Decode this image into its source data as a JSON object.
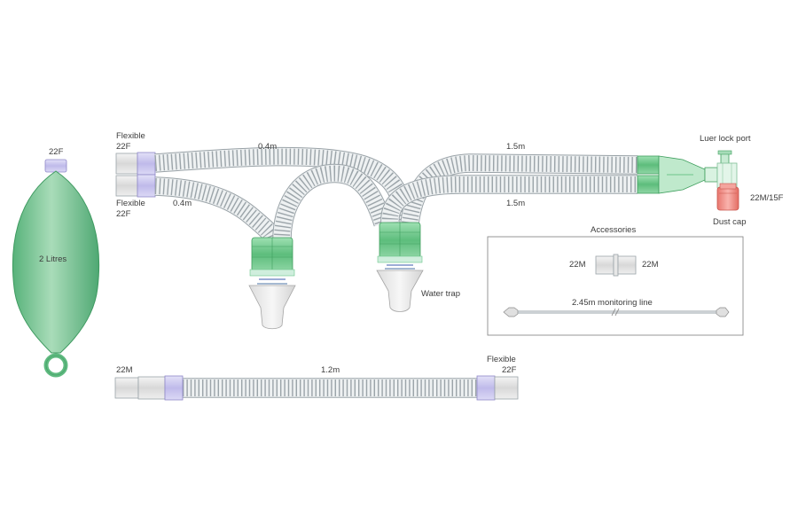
{
  "bag": {
    "connector": "22F",
    "volume": "2 Litres"
  },
  "circuit": {
    "top_limb": {
      "connector_line1": "Flexible",
      "connector_line2": "22F",
      "length": "0.4m"
    },
    "bottom_limb": {
      "connector_line1": "Flexible",
      "connector_line2": "22F",
      "length": "0.4m"
    },
    "right_top_length": "1.5m",
    "right_bottom_length": "1.5m",
    "water_trap": "Water trap",
    "luer_lock_port": "Luer lock port",
    "patient_connector": "22M/15F",
    "dust_cap": "Dust cap"
  },
  "accessories": {
    "title": "Accessories",
    "adapter_left": "22M",
    "adapter_right": "22M",
    "monitoring_line": "2.45m monitoring line"
  },
  "hose": {
    "left_connector": "22M",
    "length": "1.2m",
    "right_connector_line1": "Flexible",
    "right_connector_line2": "22F"
  },
  "colors": {
    "tube_stroke": "#9aa3a8",
    "tube_fill": "#eef1f2",
    "green": "#6cc58a",
    "green_dark": "#3f9f5e",
    "bag_green": "#7fc99a",
    "purple": "#c7c3ec",
    "red_cap": "#f08a82",
    "trap_grey": "#e6e6e6"
  }
}
